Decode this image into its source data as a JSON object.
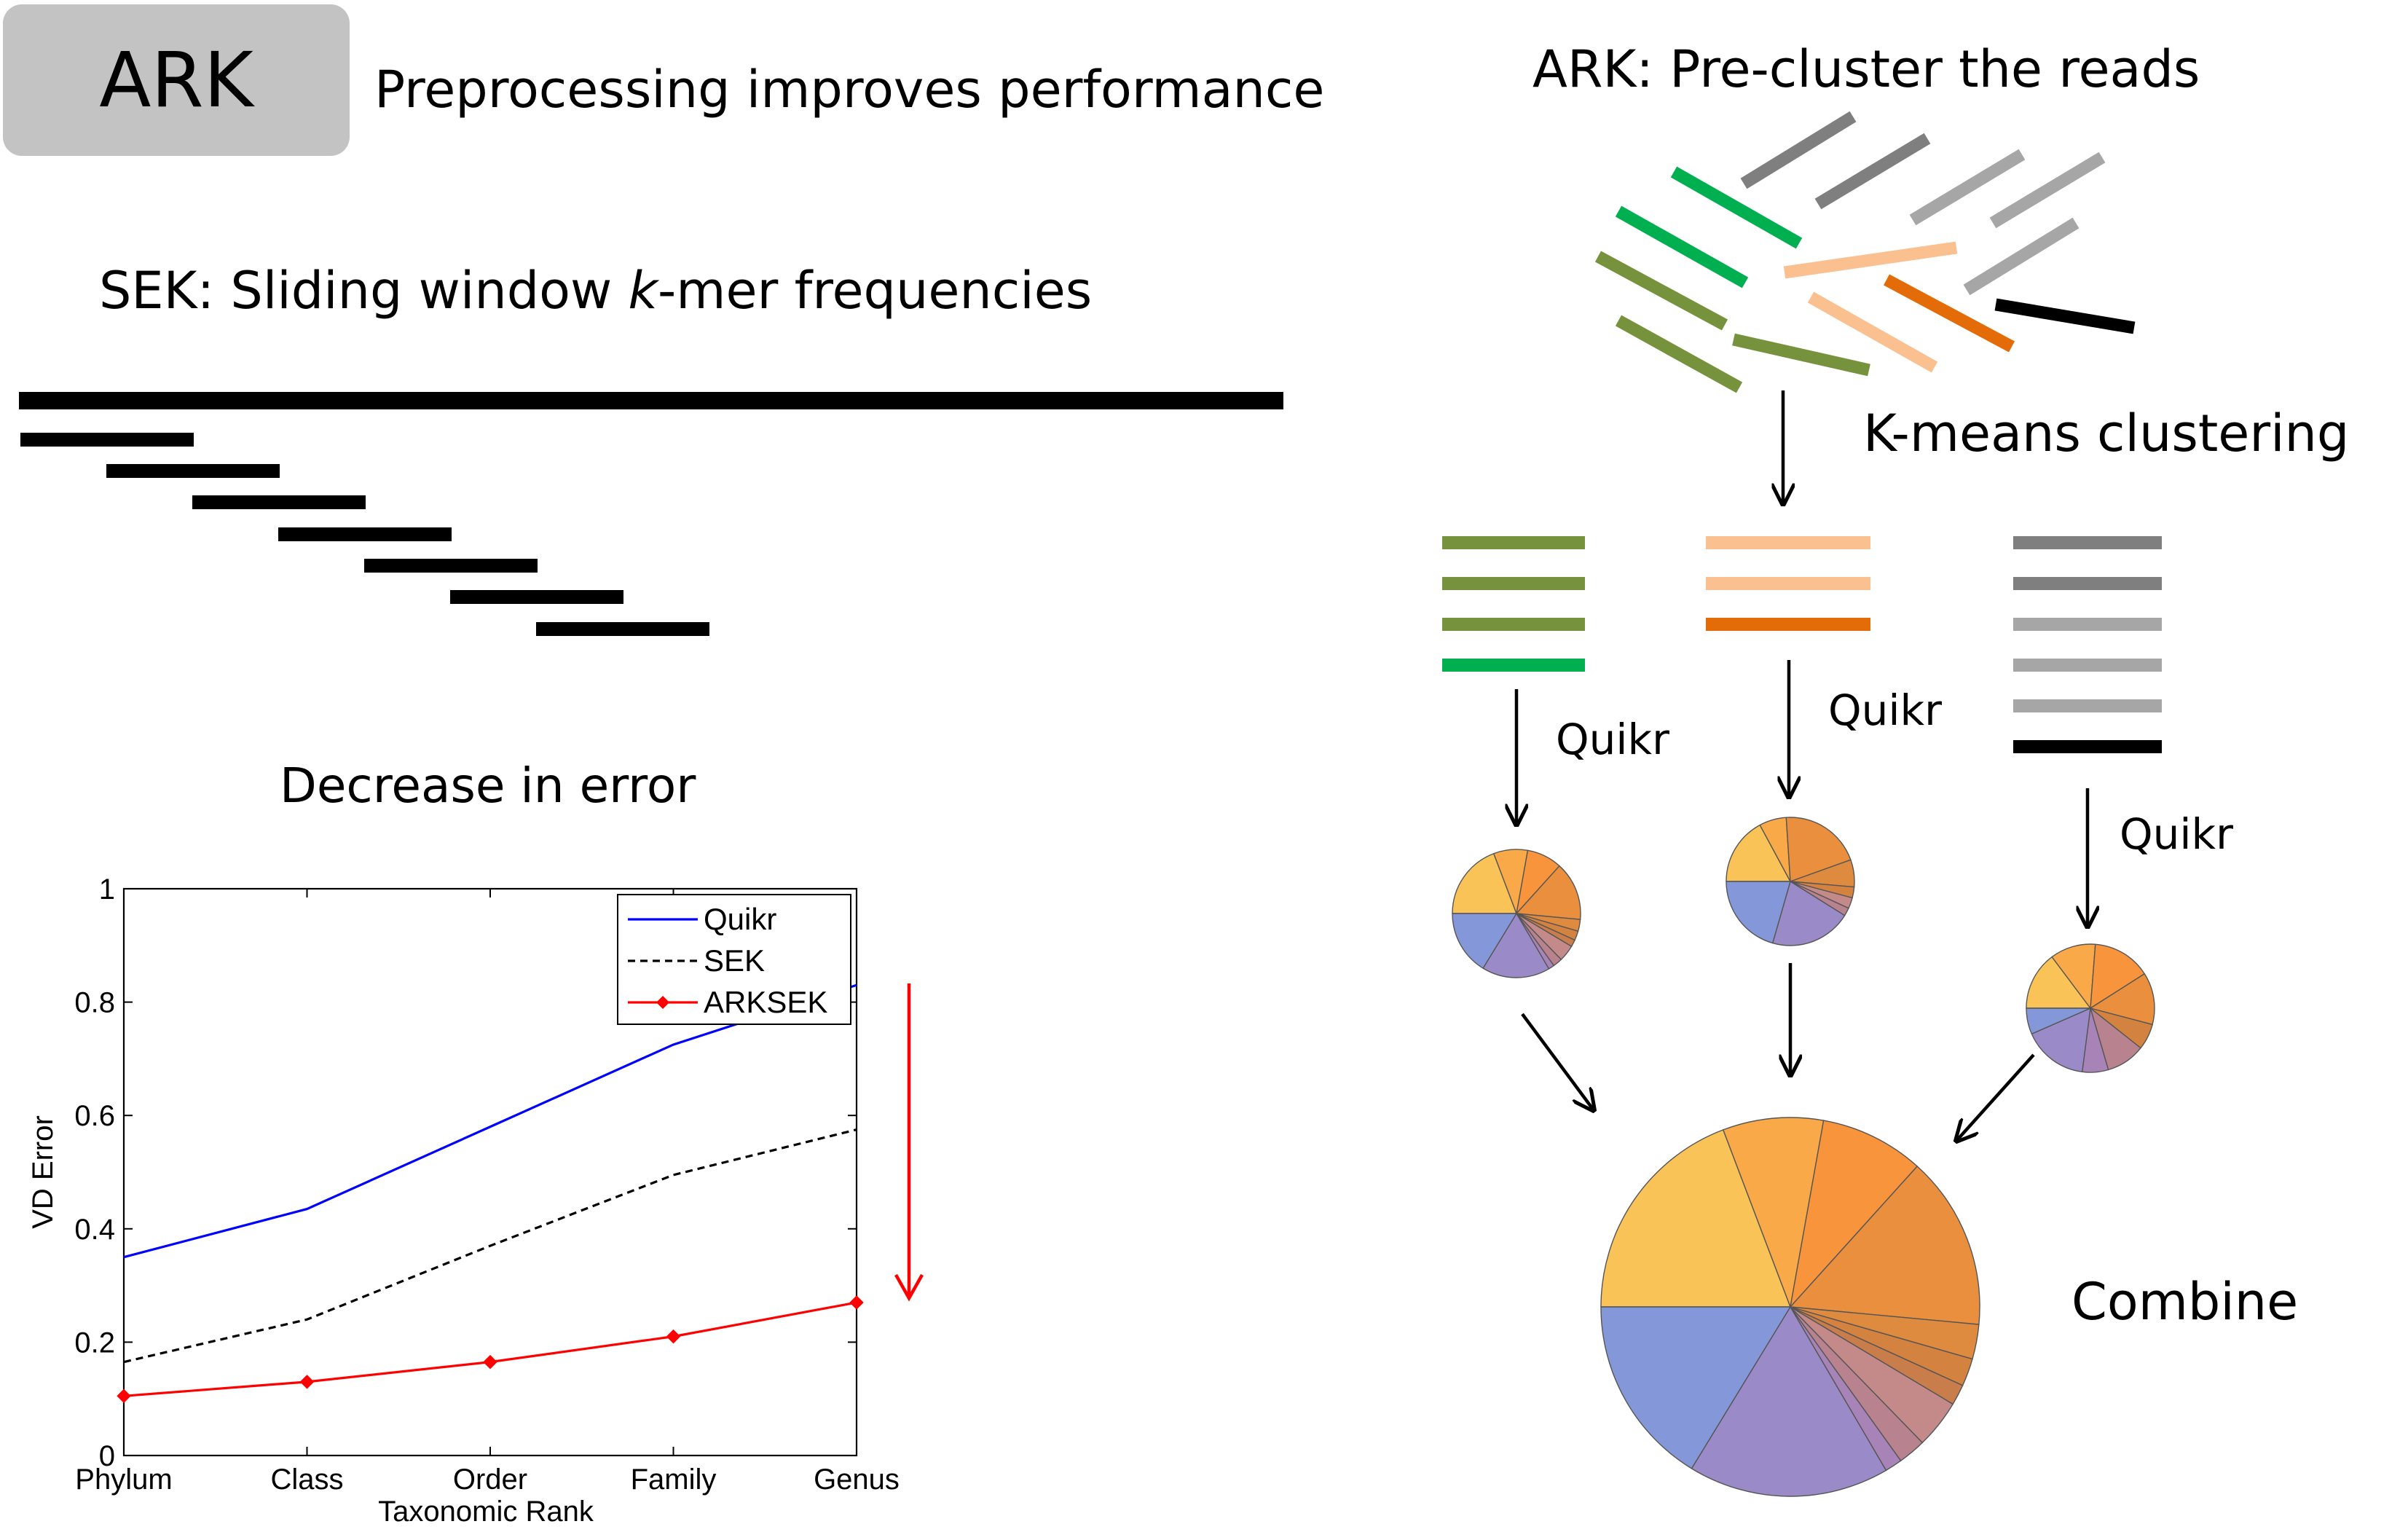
{
  "header": {
    "badge": "ARK",
    "title": "Preprocessing improves performance"
  },
  "sek": {
    "title_prefix": "SEK: Sliding window ",
    "title_k": "k",
    "title_suffix": "-mer frequencies"
  },
  "error_section": {
    "title": "Decrease in error"
  },
  "right": {
    "title": "ARK: Pre-cluster the reads",
    "kmeans_label": "K-means clustering",
    "quikr_labels": [
      "Quikr",
      "Quikr",
      "Quikr"
    ],
    "combine_label": "Combine"
  },
  "colors": {
    "dark_green": "#76923c",
    "bright_green": "#00b050",
    "light_orange": "#fac090",
    "dark_orange": "#e36c09",
    "dark_gray": "#7f7f7f",
    "light_gray": "#a6a6a6",
    "black": "#000000",
    "quikr_line": "#0000ff",
    "arksek_line": "#ff0000"
  },
  "chart_data": {
    "type": "line",
    "title": "",
    "categories": [
      "Phylum",
      "Class",
      "Order",
      "Family",
      "Genus"
    ],
    "xlabel": "Taxonomic Rank",
    "ylabel": "VD Error",
    "ylim": [
      0,
      1
    ],
    "yticks": [
      "0",
      "0.2",
      "0.4",
      "0.6",
      "0.8",
      "1"
    ],
    "legend_position": "top-right",
    "grid": false,
    "series": [
      {
        "name": "Quikr",
        "values": [
          0.35,
          0.435,
          0.58,
          0.725,
          0.83
        ],
        "color": "#0000ff",
        "style": "solid"
      },
      {
        "name": "SEK",
        "values": [
          0.165,
          0.24,
          0.37,
          0.495,
          0.575
        ],
        "color": "#000000",
        "style": "dashed"
      },
      {
        "name": "ARKSEK",
        "values": [
          0.105,
          0.13,
          0.165,
          0.21,
          0.27
        ],
        "color": "#ff0000",
        "style": "solid-marker"
      }
    ]
  }
}
